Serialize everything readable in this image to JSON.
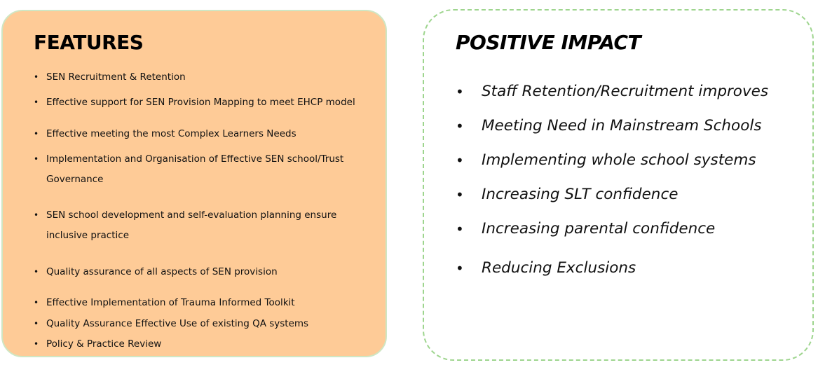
{
  "features": {
    "title": "FEATURES",
    "items": [
      "SEN Recruitment & Retention",
      "Effective support for SEN Provision Mapping to meet EHCP model",
      "Effective meeting the most Complex Learners Needs",
      "Implementation and Organisation of Effective SEN school/Trust Governance",
      "SEN school development and self-evaluation planning ensure inclusive practice",
      "Quality assurance of all aspects of SEN provision",
      "Effective Implementation of Trauma Informed Toolkit",
      "Quality Assurance Effective Use of existing QA systems",
      "Policy & Practice Review"
    ]
  },
  "impact": {
    "title": "POSITIVE IMPACT",
    "items": [
      "Staff Retention/Recruitment improves",
      "Meeting Need in Mainstream Schools",
      "Implementing whole school systems",
      "Increasing SLT confidence",
      "Increasing parental confidence",
      "Reducing Exclusions"
    ]
  },
  "bullet_symbol": "•",
  "colors": {
    "features_fill": "#fecb97",
    "features_border": "#cfe6c3",
    "impact_border": "#9ed58e"
  }
}
